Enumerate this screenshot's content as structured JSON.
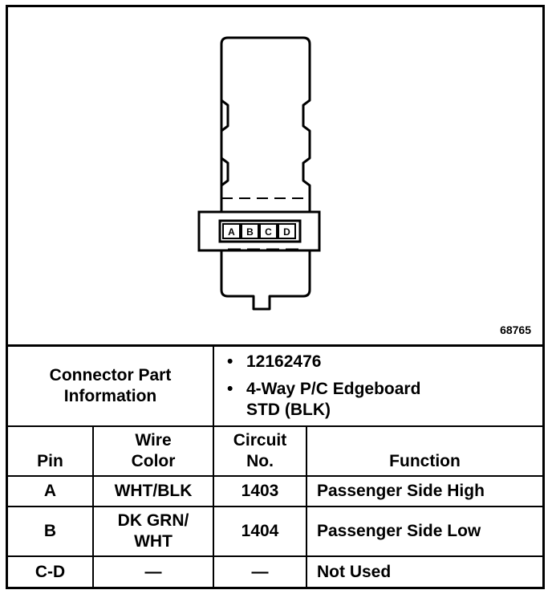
{
  "figure": {
    "id": "68765",
    "pins": [
      "A",
      "B",
      "C",
      "D"
    ]
  },
  "connector_info": {
    "label_line1": "Connector Part",
    "label_line2": "Information",
    "items": [
      "12162476",
      "4-Way P/C Edgeboard",
      "STD (BLK)"
    ]
  },
  "headers": {
    "pin": "Pin",
    "wire_line1": "Wire",
    "wire_line2": "Color",
    "circuit_line1": "Circuit",
    "circuit_line2": "No.",
    "function": "Function"
  },
  "rows": [
    {
      "pin": "A",
      "wire_line1": "WHT/BLK",
      "wire_line2": "",
      "circuit": "1403",
      "function": "Passenger Side High"
    },
    {
      "pin": "B",
      "wire_line1": "DK GRN/",
      "wire_line2": "WHT",
      "circuit": "1404",
      "function": "Passenger Side Low"
    },
    {
      "pin": "C-D",
      "wire_line1": "—",
      "wire_line2": "",
      "circuit": "—",
      "function": "Not Used"
    }
  ]
}
